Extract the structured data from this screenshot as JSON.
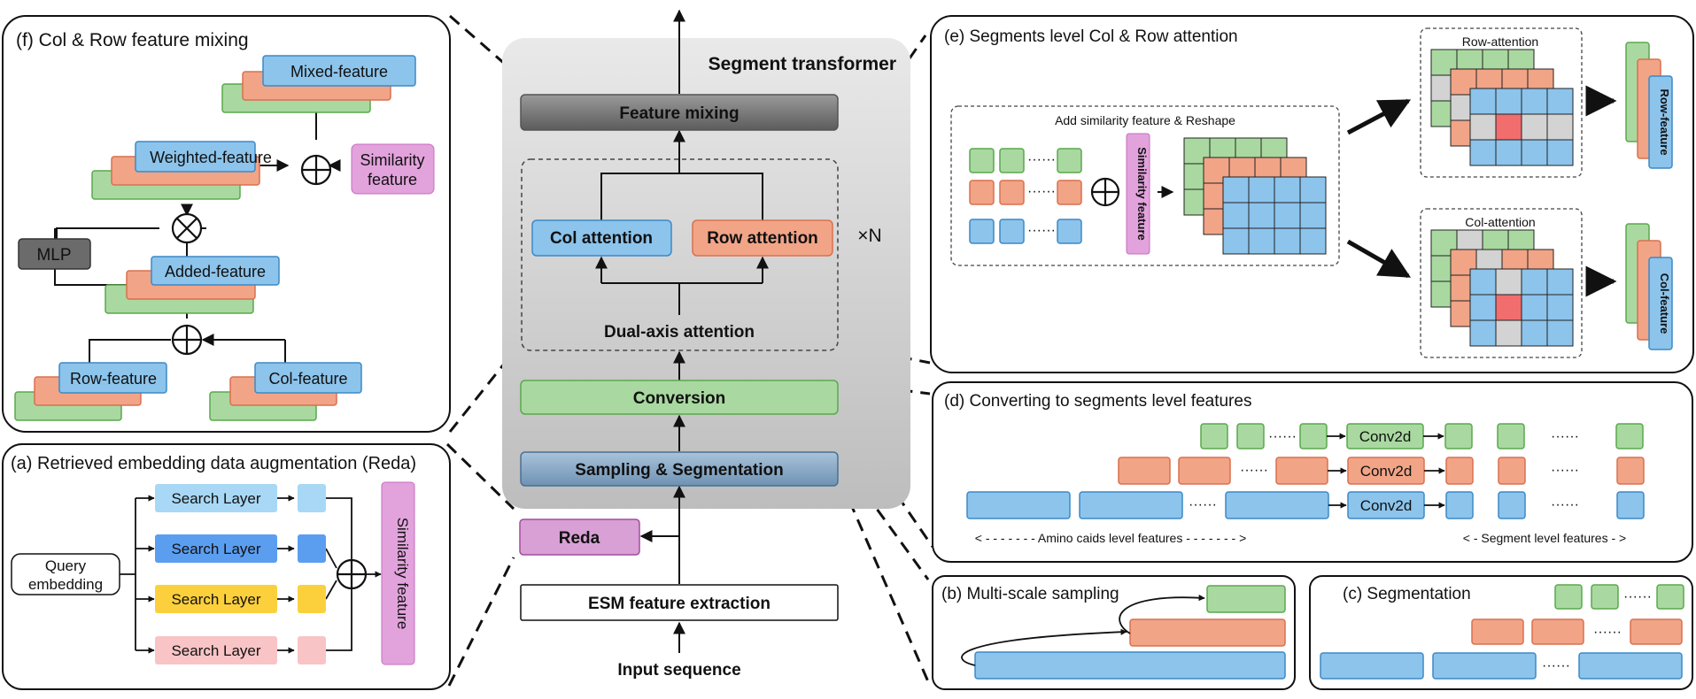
{
  "center": {
    "title": "Segment transformer",
    "feature_mixing": "Feature mixing",
    "col_attention": "Col attention",
    "row_attention": "Row attention",
    "times_n": "×N",
    "dual_axis": "Dual-axis attention",
    "conversion": "Conversion",
    "sampling": "Sampling & Segmentation",
    "reda": "Reda",
    "esm": "ESM feature extraction",
    "input": "Input sequence"
  },
  "panel_f": {
    "title": "(f) Col & Row feature mixing",
    "mixed": "Mixed-feature",
    "weighted": "Weighted-feature",
    "similarity_line1": "Similarity",
    "similarity_line2": "feature",
    "mlp": "MLP",
    "added": "Added-feature",
    "row": "Row-feature",
    "col": "Col-feature"
  },
  "panel_a": {
    "title": "(a) Retrieved embedding data augmentation (Reda)",
    "query_line1": "Query",
    "query_line2": "embedding",
    "search_layers": [
      "Search Layer",
      "Search Layer",
      "Search Layer",
      "Search Layer"
    ],
    "similarity": "Similarity feature",
    "colors": [
      "#a8d8f5",
      "#5b9ef0",
      "#fcd03c",
      "#f9c4c6"
    ]
  },
  "panel_e": {
    "title": "(e) Segments level Col & Row attention",
    "add_sim": "Add similarity feature & Reshape",
    "similarity": "Similarity feature",
    "row_attention": "Row-attention",
    "col_attention": "Col-attention",
    "row_feature": "Row-feature",
    "col_feature": "Col-feature"
  },
  "panel_d": {
    "title": "(d) Converting to segments level features",
    "conv": [
      "Conv2d",
      "Conv2d",
      "Conv2d"
    ],
    "amino": "< - - - - - - - Amino caids level features - - - - - - - >",
    "segment": "< - Segment level features  - >"
  },
  "panel_b": {
    "title": "(b) Multi-scale sampling"
  },
  "panel_c": {
    "title": "(c) Segmentation"
  },
  "colors": {
    "green": "#a9d9a0",
    "green_edge": "#5aa84e",
    "salmon": "#f2a487",
    "salmon_edge": "#d9704f",
    "blue": "#8cc4ec",
    "blue_edge": "#3c89c6",
    "pink": "#e2a3dc",
    "red": "#f26d6d",
    "grey": "#d3d3d3"
  }
}
